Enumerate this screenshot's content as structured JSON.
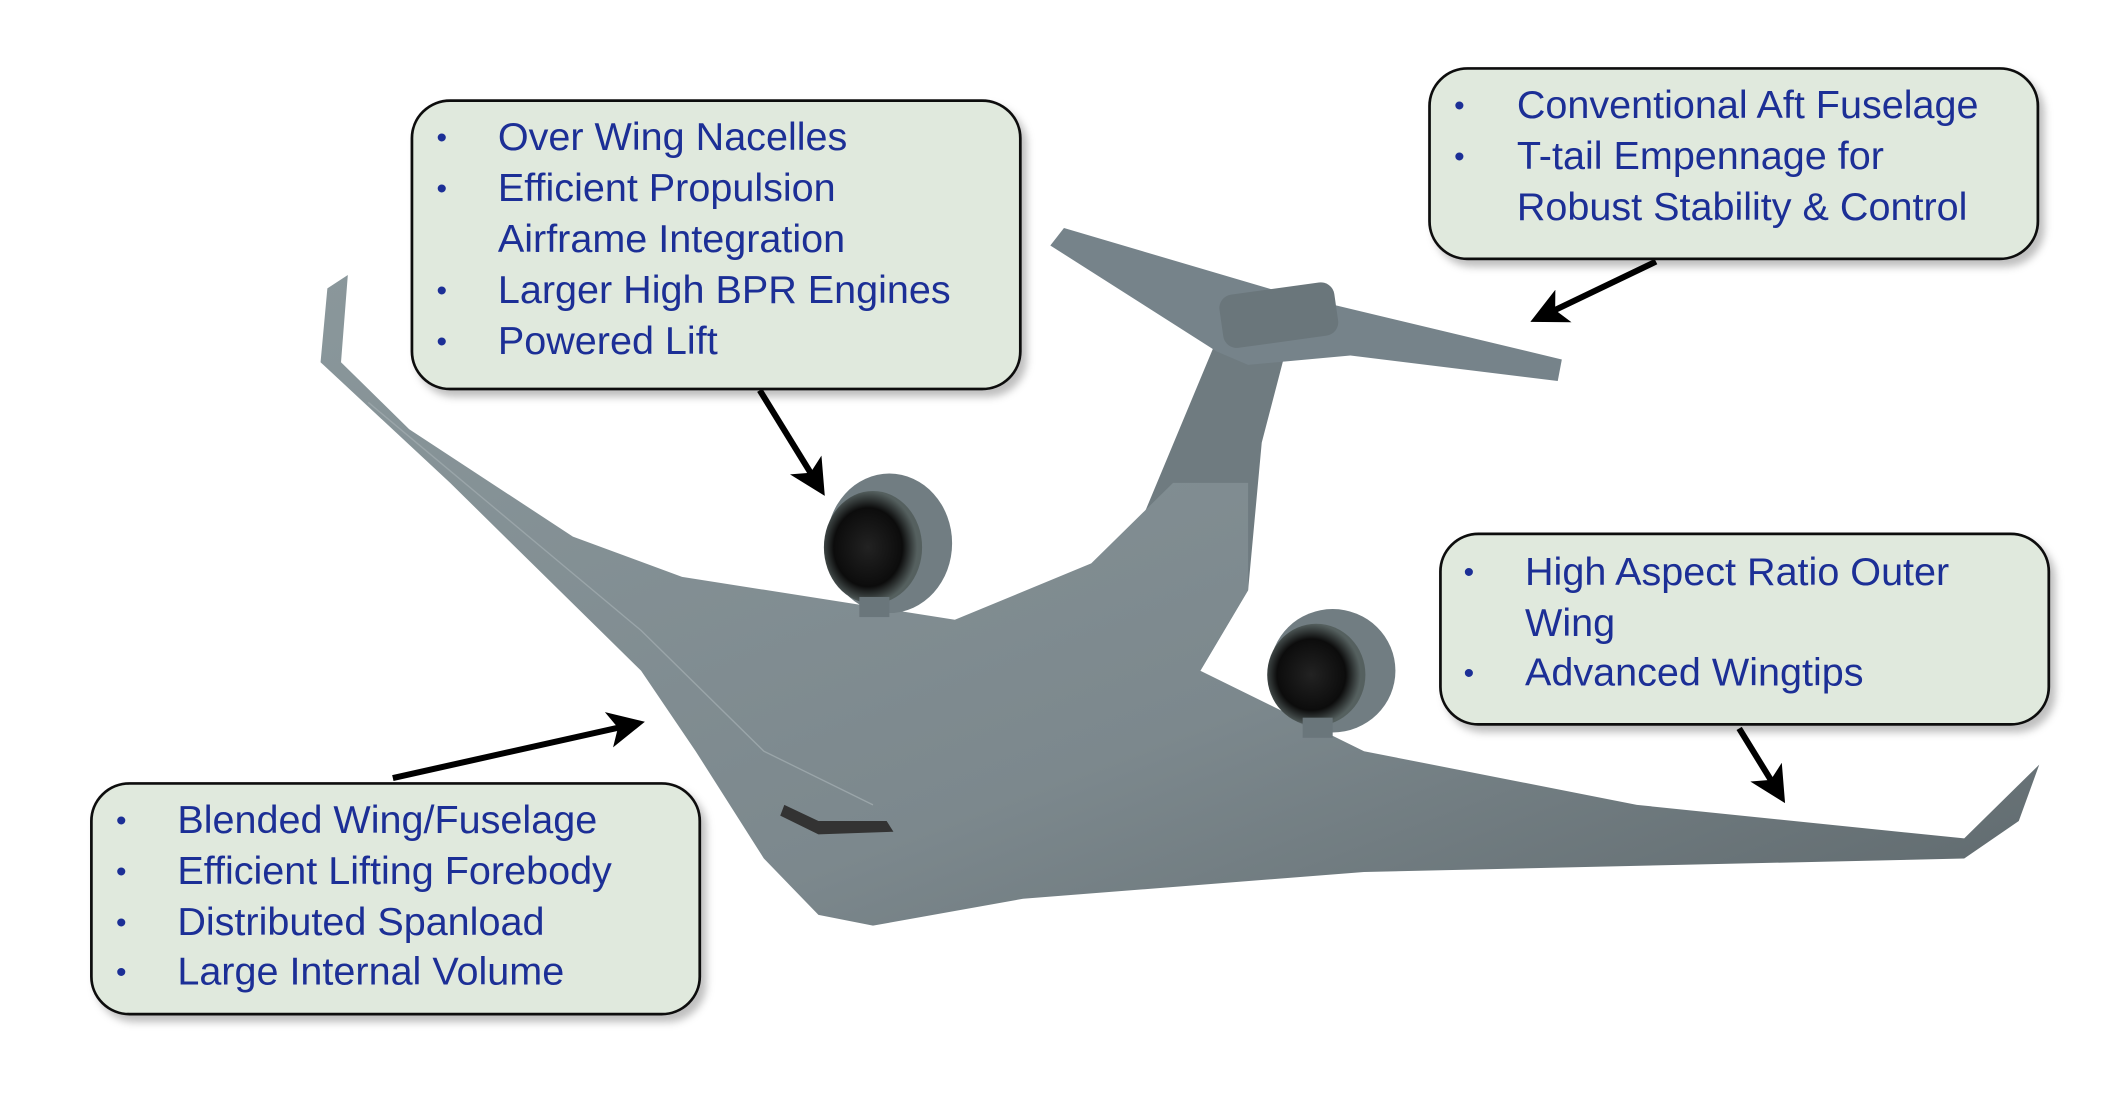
{
  "callouts": {
    "propulsion": {
      "items": [
        "Over Wing Nacelles",
        "Efficient Propulsion",
        "Airframe Integration",
        "Larger High BPR Engines",
        "Powered Lift"
      ]
    },
    "tail": {
      "items": [
        "Conventional Aft Fuselage",
        "T-tail Empennage for",
        "Robust Stability & Control"
      ]
    },
    "wing": {
      "items": [
        "High Aspect Ratio Outer",
        "Wing",
        "Advanced Wingtips"
      ]
    },
    "body": {
      "items": [
        "Blended Wing/Fuselage",
        "Efficient Lifting Forebody",
        "Distributed Spanload",
        "Large Internal Volume"
      ]
    }
  },
  "bullet": "•",
  "colors": {
    "text": "#1c2f96",
    "box_fill": "#e0e9dd",
    "aircraft": "#7f8b90"
  }
}
